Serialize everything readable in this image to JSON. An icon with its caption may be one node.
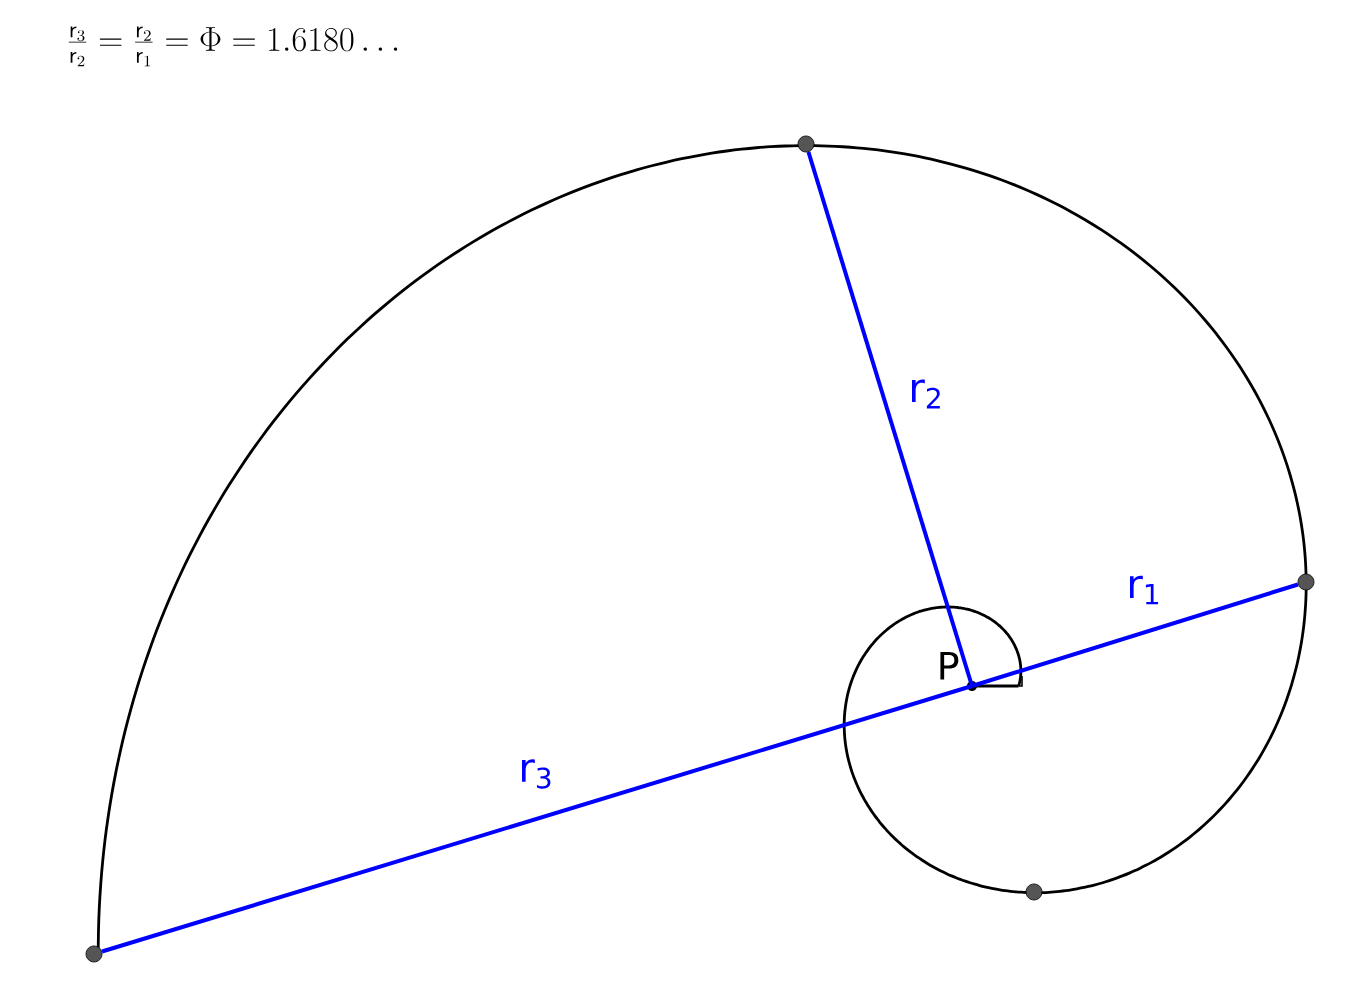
{
  "diagram": {
    "nodes": [
      {
        "text": [],
        "shape": "circle",
        "beside": [
          "P"
        ]
      },
      {
        "text": [],
        "shape": "circle"
      },
      {
        "text": [],
        "shape": "circle"
      },
      {
        "text": [],
        "shape": "circle"
      },
      {
        "text": [],
        "shape": "circle"
      }
    ],
    "edges": [
      {
        "from": 0,
        "to": 1,
        "arrow": "none",
        "label": "r$_{1}$",
        "color": "#0000ff"
      },
      {
        "from": 0,
        "to": 2,
        "arrow": "none",
        "label": "r$_{2}$",
        "color": "#0000ff"
      },
      {
        "from": 0,
        "to": 3,
        "arrow": "none",
        "label": "r$_{3}$",
        "color": "#0000ff"
      }
    ],
    "labels": [
      "\\frac{\\mathsf{r}_3}{\\mathsf{r}_2}=\\frac{\\mathsf{r}_2}{\\mathsf{r}_1}=\\Phi=1.6180\\ldots"
    ]
  }
}
